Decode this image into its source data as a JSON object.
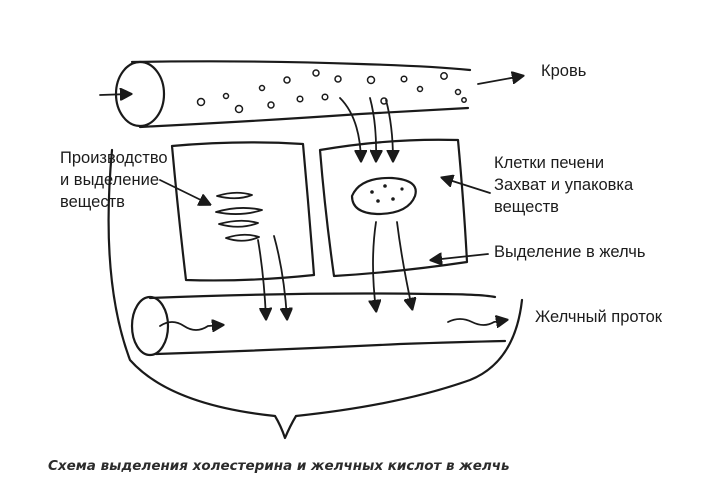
{
  "labels": {
    "blood": "Кровь",
    "production": "Производство\nи выделение\nвеществ",
    "liver_cells": "Клетки печени\nЗахват и упаковка\nвеществ",
    "bile_secretion": "Выделение в желчь",
    "bile_duct": "Желчный проток"
  },
  "caption": "Схема выделения холестерина и желчных кислот в желчь",
  "colors": {
    "ink": "#1a1a1a",
    "background": "#ffffff",
    "caption": "#2c2c2c"
  }
}
